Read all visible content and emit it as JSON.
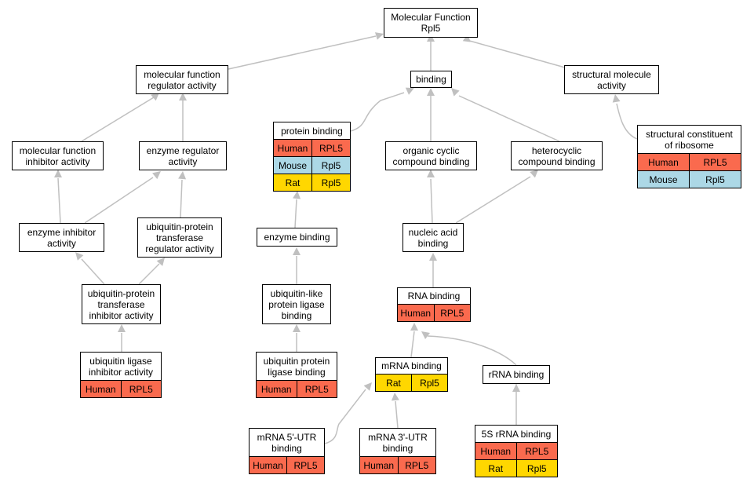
{
  "colors": {
    "edge": "#c0c0c0",
    "Human": "#fa6a4e",
    "Mouse": "#acd8e6",
    "Rat": "#ffd700"
  },
  "nodes": [
    {
      "id": "mf",
      "label": "Molecular Function\nRpl5",
      "annotations": []
    },
    {
      "id": "mfra",
      "label": "molecular function\nregulator activity",
      "annotations": []
    },
    {
      "id": "binding",
      "label": "binding",
      "annotations": []
    },
    {
      "id": "sma",
      "label": "structural molecule\nactivity",
      "annotations": []
    },
    {
      "id": "mfia",
      "label": "molecular function\ninhibitor activity",
      "annotations": []
    },
    {
      "id": "era",
      "label": "enzyme regulator\nactivity",
      "annotations": []
    },
    {
      "id": "pb",
      "label": "protein binding",
      "annotations": [
        {
          "species": "Human",
          "gene": "RPL5"
        },
        {
          "species": "Mouse",
          "gene": "Rpl5"
        },
        {
          "species": "Rat",
          "gene": "Rpl5"
        }
      ]
    },
    {
      "id": "occb",
      "label": "organic cyclic\ncompound binding",
      "annotations": []
    },
    {
      "id": "hcb",
      "label": "heterocyclic\ncompound binding",
      "annotations": []
    },
    {
      "id": "scr",
      "label": "structural constituent\nof ribosome",
      "annotations": [
        {
          "species": "Human",
          "gene": "RPL5"
        },
        {
          "species": "Mouse",
          "gene": "Rpl5"
        }
      ]
    },
    {
      "id": "eia",
      "label": "enzyme inhibitor\nactivity",
      "annotations": []
    },
    {
      "id": "uptra",
      "label": "ubiquitin-protein\ntransferase\nregulator activity",
      "annotations": []
    },
    {
      "id": "eb",
      "label": "enzyme binding",
      "annotations": []
    },
    {
      "id": "nab",
      "label": "nucleic acid\nbinding",
      "annotations": []
    },
    {
      "id": "uptia",
      "label": "ubiquitin-protein\ntransferase\ninhibitor activity",
      "annotations": []
    },
    {
      "id": "ulplb",
      "label": "ubiquitin-like\nprotein ligase\nbinding",
      "annotations": []
    },
    {
      "id": "rnab",
      "label": "RNA binding",
      "annotations": [
        {
          "species": "Human",
          "gene": "RPL5"
        }
      ]
    },
    {
      "id": "ulia",
      "label": "ubiquitin ligase\ninhibitor activity",
      "annotations": [
        {
          "species": "Human",
          "gene": "RPL5"
        }
      ]
    },
    {
      "id": "uplb",
      "label": "ubiquitin protein\nligase binding",
      "annotations": [
        {
          "species": "Human",
          "gene": "RPL5"
        }
      ]
    },
    {
      "id": "mrnab",
      "label": "mRNA binding",
      "annotations": [
        {
          "species": "Rat",
          "gene": "Rpl5"
        }
      ]
    },
    {
      "id": "rrnab",
      "label": "rRNA binding",
      "annotations": []
    },
    {
      "id": "m5utr",
      "label": "mRNA 5'-UTR\nbinding",
      "annotations": [
        {
          "species": "Human",
          "gene": "RPL5"
        }
      ]
    },
    {
      "id": "m3utr",
      "label": "mRNA 3'-UTR\nbinding",
      "annotations": [
        {
          "species": "Human",
          "gene": "RPL5"
        }
      ]
    },
    {
      "id": "s5rrna",
      "label": "5S rRNA binding",
      "annotations": [
        {
          "species": "Human",
          "gene": "RPL5"
        },
        {
          "species": "Rat",
          "gene": "Rpl5"
        }
      ]
    }
  ],
  "edges": [
    {
      "from": "mfra",
      "to": "mf"
    },
    {
      "from": "binding",
      "to": "mf"
    },
    {
      "from": "sma",
      "to": "mf"
    },
    {
      "from": "mfia",
      "to": "mfra"
    },
    {
      "from": "era",
      "to": "mfra"
    },
    {
      "from": "pb",
      "to": "binding"
    },
    {
      "from": "occb",
      "to": "binding"
    },
    {
      "from": "hcb",
      "to": "binding"
    },
    {
      "from": "scr",
      "to": "sma"
    },
    {
      "from": "eia",
      "to": "mfia"
    },
    {
      "from": "eia",
      "to": "era"
    },
    {
      "from": "uptra",
      "to": "era"
    },
    {
      "from": "eb",
      "to": "pb"
    },
    {
      "from": "nab",
      "to": "occb"
    },
    {
      "from": "nab",
      "to": "hcb"
    },
    {
      "from": "uptia",
      "to": "eia"
    },
    {
      "from": "uptia",
      "to": "uptra"
    },
    {
      "from": "ulplb",
      "to": "eb"
    },
    {
      "from": "rnab",
      "to": "nab"
    },
    {
      "from": "ulia",
      "to": "uptia"
    },
    {
      "from": "uplb",
      "to": "ulplb"
    },
    {
      "from": "mrnab",
      "to": "rnab"
    },
    {
      "from": "rrnab",
      "to": "rnab"
    },
    {
      "from": "m5utr",
      "to": "mrnab"
    },
    {
      "from": "m3utr",
      "to": "mrnab"
    },
    {
      "from": "s5rrna",
      "to": "rrnab"
    }
  ]
}
